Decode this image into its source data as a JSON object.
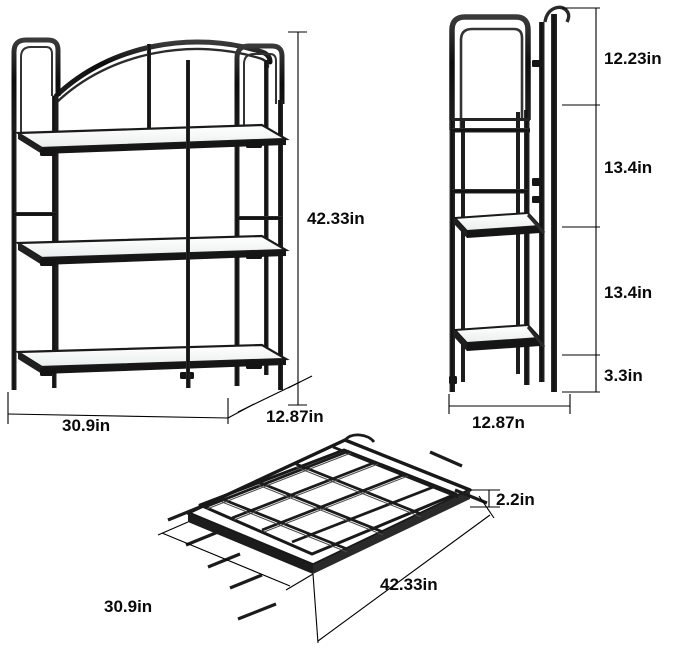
{
  "page": {
    "kind": "product-dimension-diagram",
    "subject": "3-tier folding glass shelf rack",
    "background_color": "#ffffff",
    "frame_color": "#1a1a1a",
    "glass_color": "#f2f4f4",
    "dimension_line_color": "#000000",
    "label_color": "#0a0a0a"
  },
  "views": {
    "front": {
      "name": "front-view",
      "shelf_count": 3,
      "dimensions": {
        "height": "42.33in",
        "width": "30.9in",
        "depth": "12.87in"
      }
    },
    "side": {
      "name": "side-view",
      "dimensions": {
        "top_section": "12.23in",
        "upper_gap": "13.4in",
        "lower_gap": "13.4in",
        "bottom_gap": "3.3in",
        "depth": "12.87n"
      }
    },
    "folded": {
      "name": "folded-flat-view",
      "dimensions": {
        "length": "42.33in",
        "width": "30.9in",
        "thickness": "2.2in"
      }
    }
  },
  "labels": [
    {
      "id": "front-height",
      "text": "42.33in",
      "view": "front"
    },
    {
      "id": "front-width",
      "text": "30.9in",
      "view": "front"
    },
    {
      "id": "front-depth",
      "text": "12.87in",
      "view": "front"
    },
    {
      "id": "side-top",
      "text": "12.23in",
      "view": "side"
    },
    {
      "id": "side-upper",
      "text": "13.4in",
      "view": "side"
    },
    {
      "id": "side-lower",
      "text": "13.4in",
      "view": "side"
    },
    {
      "id": "side-bottom",
      "text": "3.3in",
      "view": "side"
    },
    {
      "id": "side-depth",
      "text": "12.87n",
      "view": "side"
    },
    {
      "id": "folded-length",
      "text": "42.33in",
      "view": "folded"
    },
    {
      "id": "folded-width",
      "text": "30.9in",
      "view": "folded"
    },
    {
      "id": "folded-thick",
      "text": "2.2in",
      "view": "folded"
    }
  ]
}
